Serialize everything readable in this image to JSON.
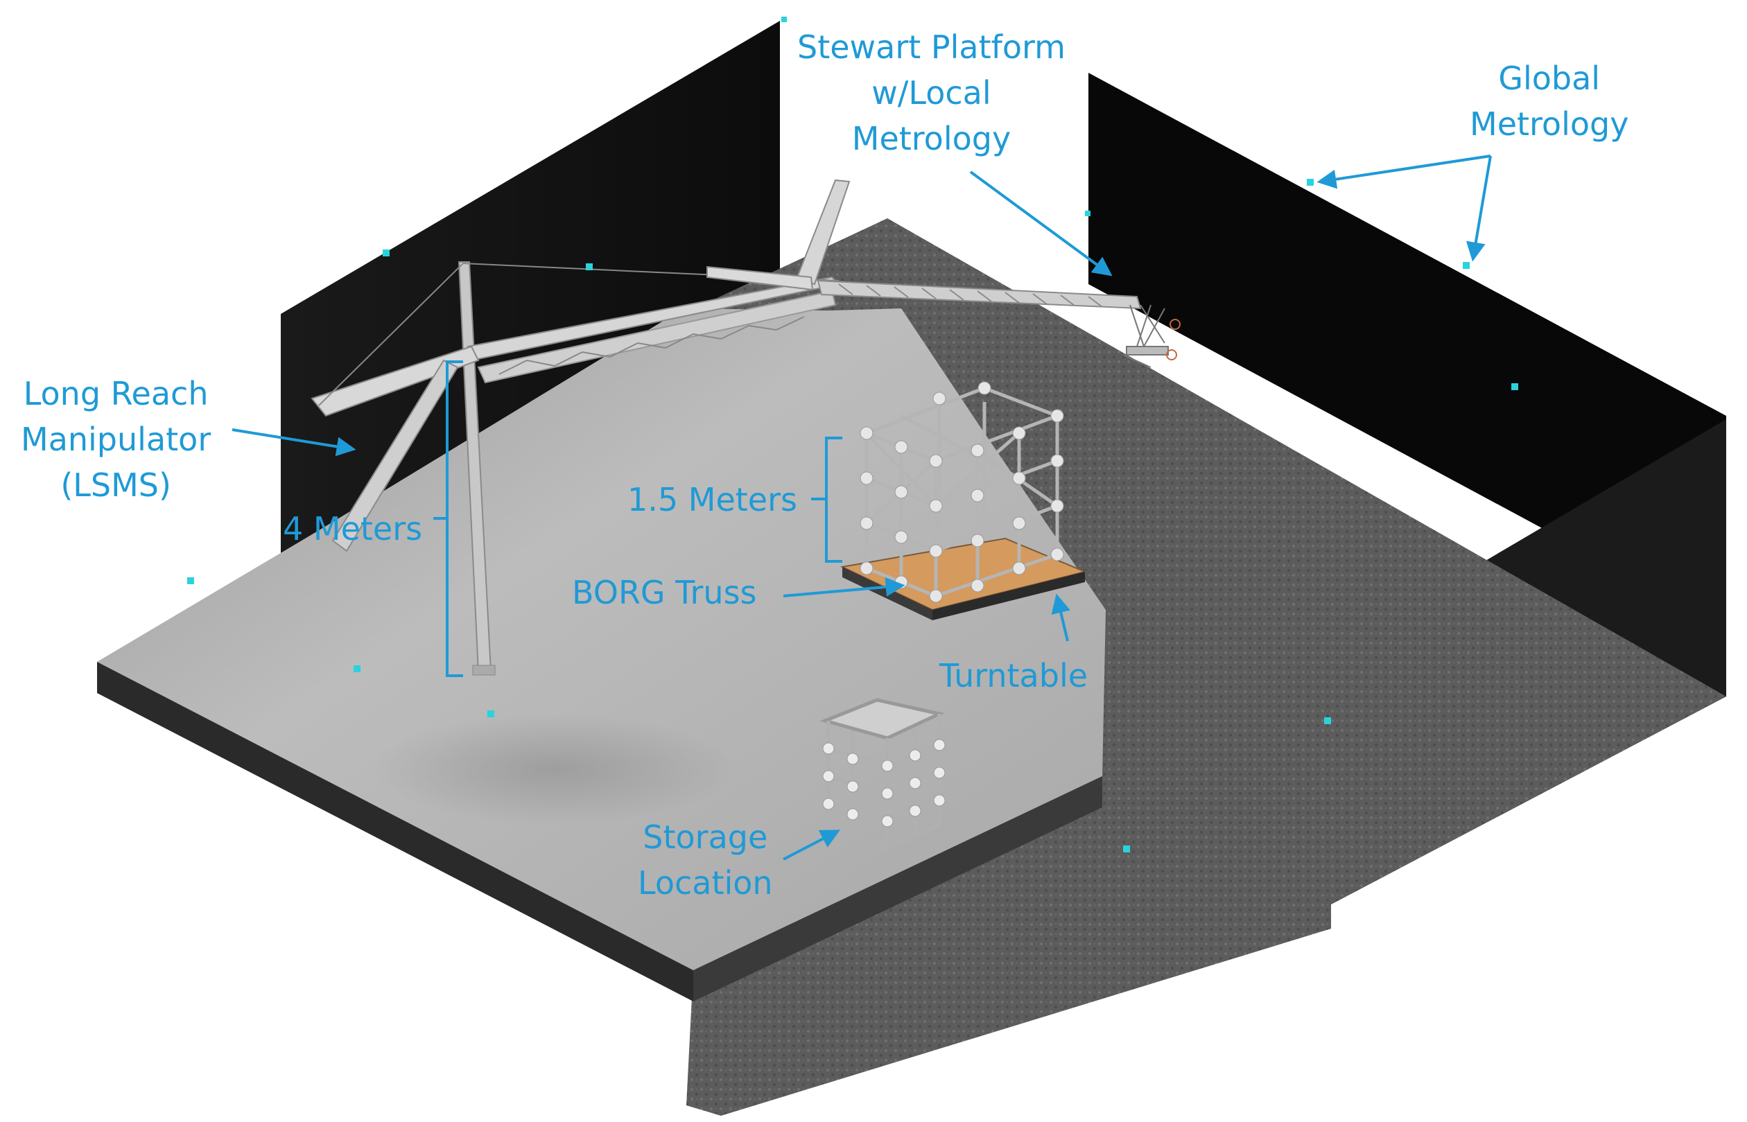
{
  "labels": {
    "stewart": [
      "Stewart Platform",
      "w/Local",
      "Metrology"
    ],
    "global": [
      "Global",
      "Metrology"
    ],
    "lrm": [
      "Long Reach",
      "Manipulator",
      "(LSMS)"
    ],
    "four_m": "4 Meters",
    "one_five_m": "1.5 Meters",
    "borg": "BORG Truss",
    "turntable": "Turntable",
    "storage": [
      "Storage",
      "Location"
    ]
  },
  "colors": {
    "label": "#1f9ad6",
    "wall": "#141414",
    "floor_dark": "#5e5e5e",
    "floor_light": "#b4b4b4",
    "metrology_marker": "#2ad3dc",
    "turntable_plate": "#d59a5e"
  }
}
